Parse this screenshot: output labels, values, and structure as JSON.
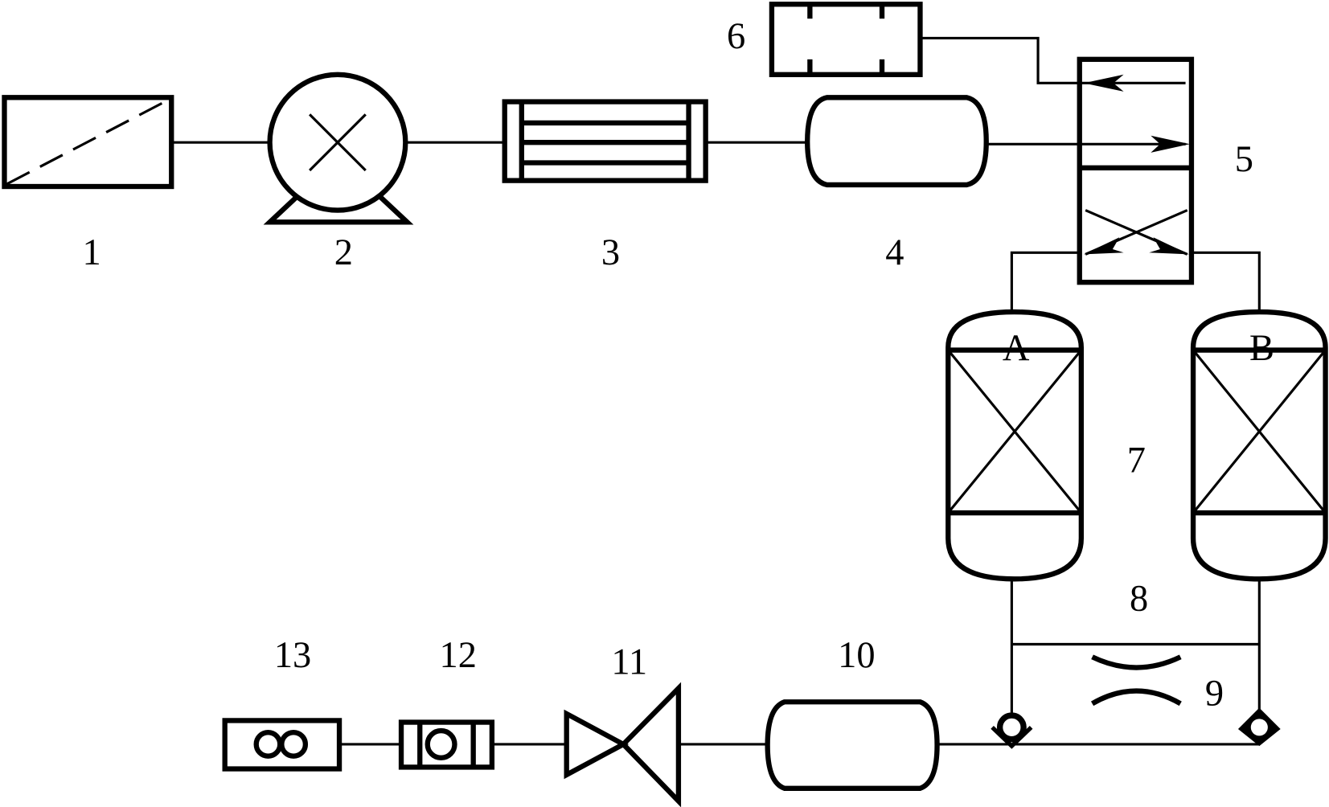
{
  "labels": {
    "c1": "1",
    "c2": "2",
    "c3": "3",
    "c4": "4",
    "c5": "5",
    "c6": "6",
    "c7": "7",
    "c8": "8",
    "c9": "9",
    "c10": "10",
    "c11": "11",
    "c12": "12",
    "c13": "13",
    "vessel_a": "A",
    "vessel_b": "B"
  },
  "colors": {
    "line": "#000000",
    "background": "#ffffff"
  }
}
